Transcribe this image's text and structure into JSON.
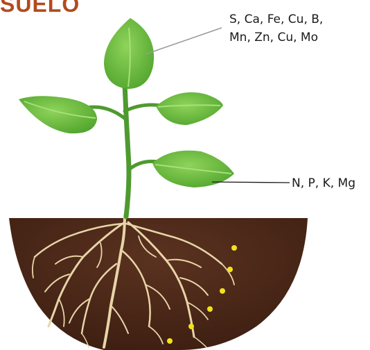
{
  "header": {
    "title": "SUELO"
  },
  "callouts": {
    "upper_leaf_line1": "S, Ca, Fe, Cu, B,",
    "upper_leaf_line2": "Mn, Zn, Cu, Mo",
    "lower_leaf": "N, P, K, Mg"
  },
  "colors": {
    "title": "#b14b1f",
    "leaf": "#6bc23f",
    "soil": "#4a2716",
    "roots": "#e8d5a8",
    "nutrient_dots": "#f3e21a"
  }
}
